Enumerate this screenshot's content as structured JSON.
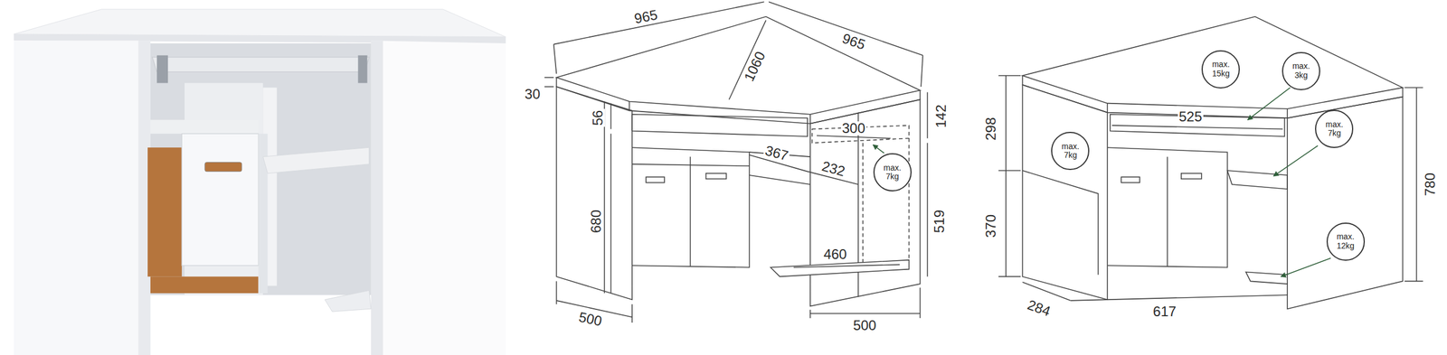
{
  "diagram": {
    "nodes": [
      {
        "text": [
          "max. 7kg"
        ]
      },
      {
        "text": [
          "max. 15kg"
        ]
      },
      {
        "text": [
          "max. 3kg"
        ]
      },
      {
        "text": [
          "max. 7kg"
        ]
      },
      {
        "text": [
          "max. 7kg"
        ]
      },
      {
        "text": [
          "max. 12kg"
        ]
      }
    ],
    "labels": [
      "965",
      "965",
      "1060",
      "30",
      "56",
      "142",
      "300",
      "367",
      "232",
      "680",
      "519",
      "460",
      "500",
      "500",
      "298",
      "370",
      "525",
      "780",
      "284",
      "617"
    ]
  }
}
